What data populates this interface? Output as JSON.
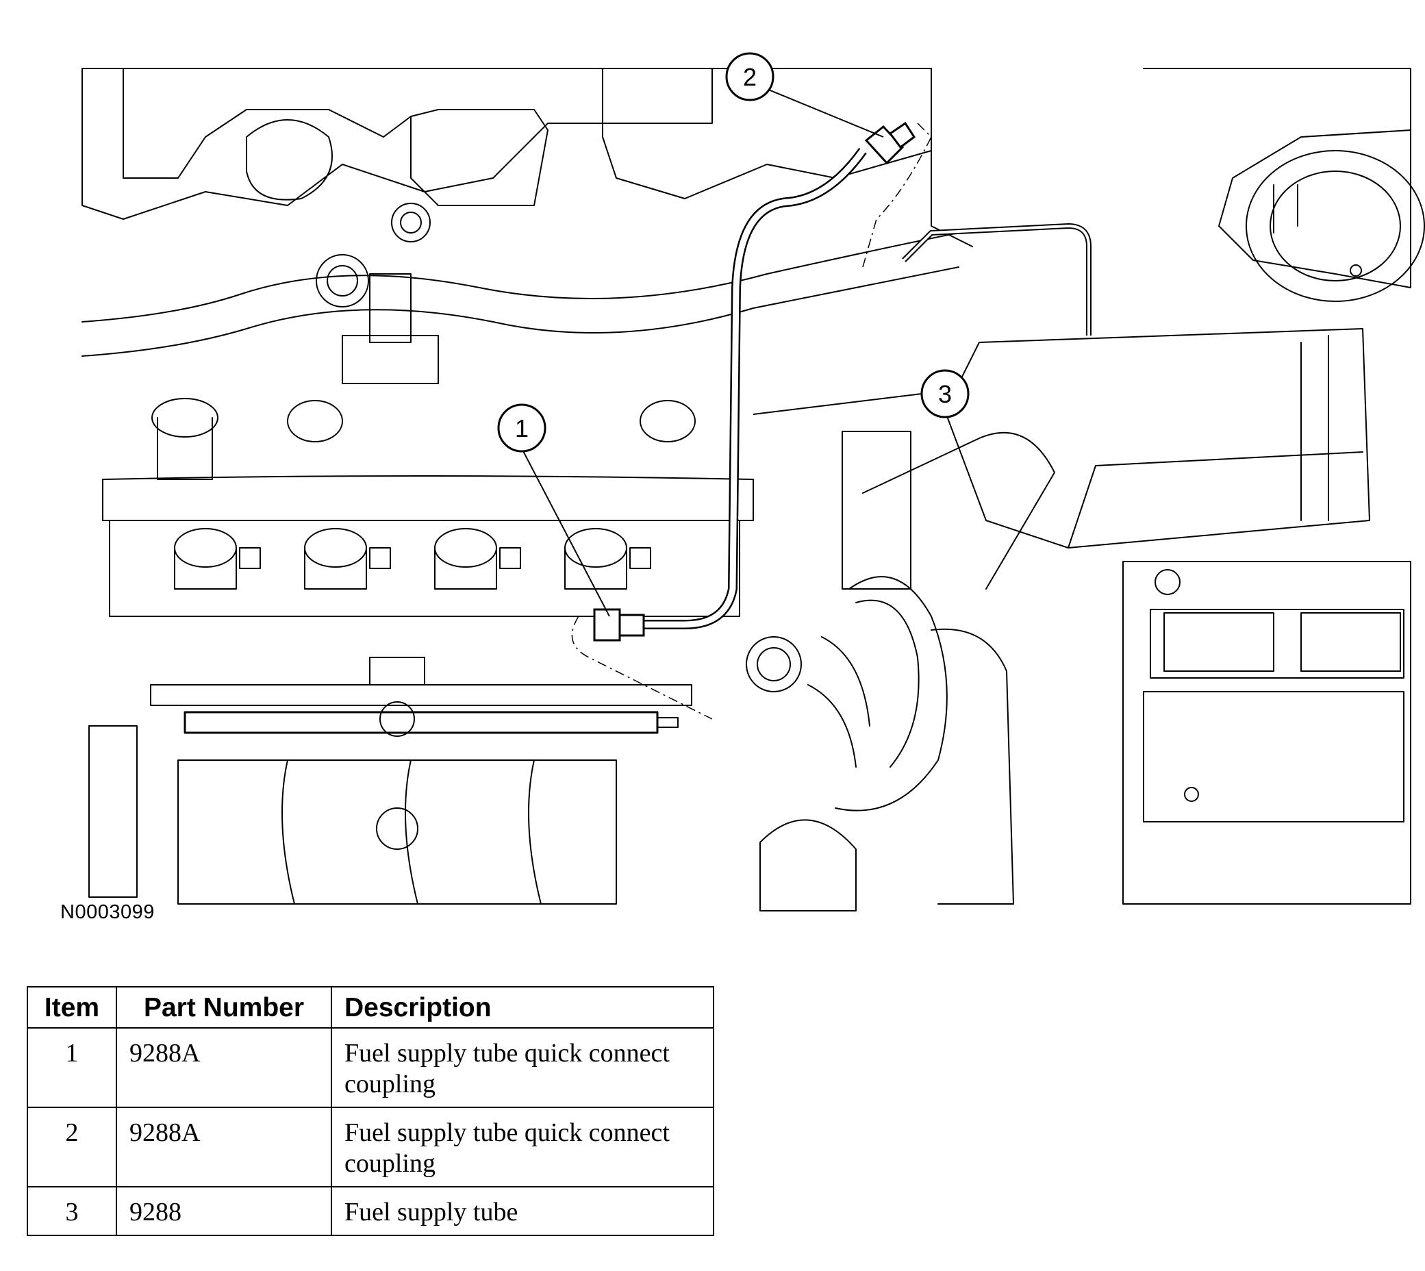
{
  "figure_id": "N0003099",
  "callouts": [
    "1",
    "2",
    "3"
  ],
  "table": {
    "headers": {
      "item": "Item",
      "part_number": "Part Number",
      "description": "Description"
    },
    "rows": [
      {
        "item": "1",
        "part_number": "9288A",
        "description": "Fuel supply tube quick connect coupling"
      },
      {
        "item": "2",
        "part_number": "9288A",
        "description": "Fuel supply tube quick connect coupling"
      },
      {
        "item": "3",
        "part_number": "9288",
        "description": "Fuel supply tube"
      }
    ]
  }
}
